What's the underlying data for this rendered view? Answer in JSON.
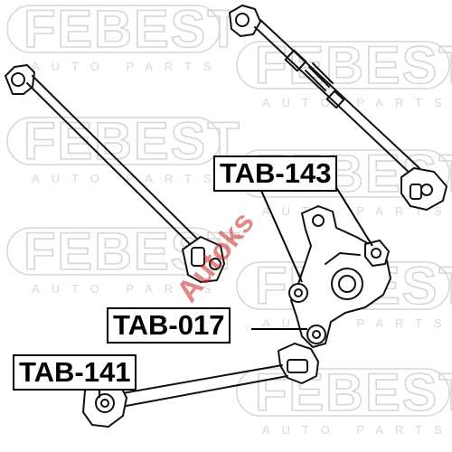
{
  "watermark": {
    "brand": "FEBEST",
    "subtitle": "AUTO PARTS"
  },
  "overlay_logo": {
    "text": "Autoks"
  },
  "labels": {
    "tab143": "TAB-143",
    "tab017": "TAB-017",
    "tab141": "TAB-141"
  },
  "colors": {
    "watermark": "#d6d6d6",
    "line_art": "#111111",
    "label_border": "#000000",
    "logo_red": "#c82828"
  }
}
